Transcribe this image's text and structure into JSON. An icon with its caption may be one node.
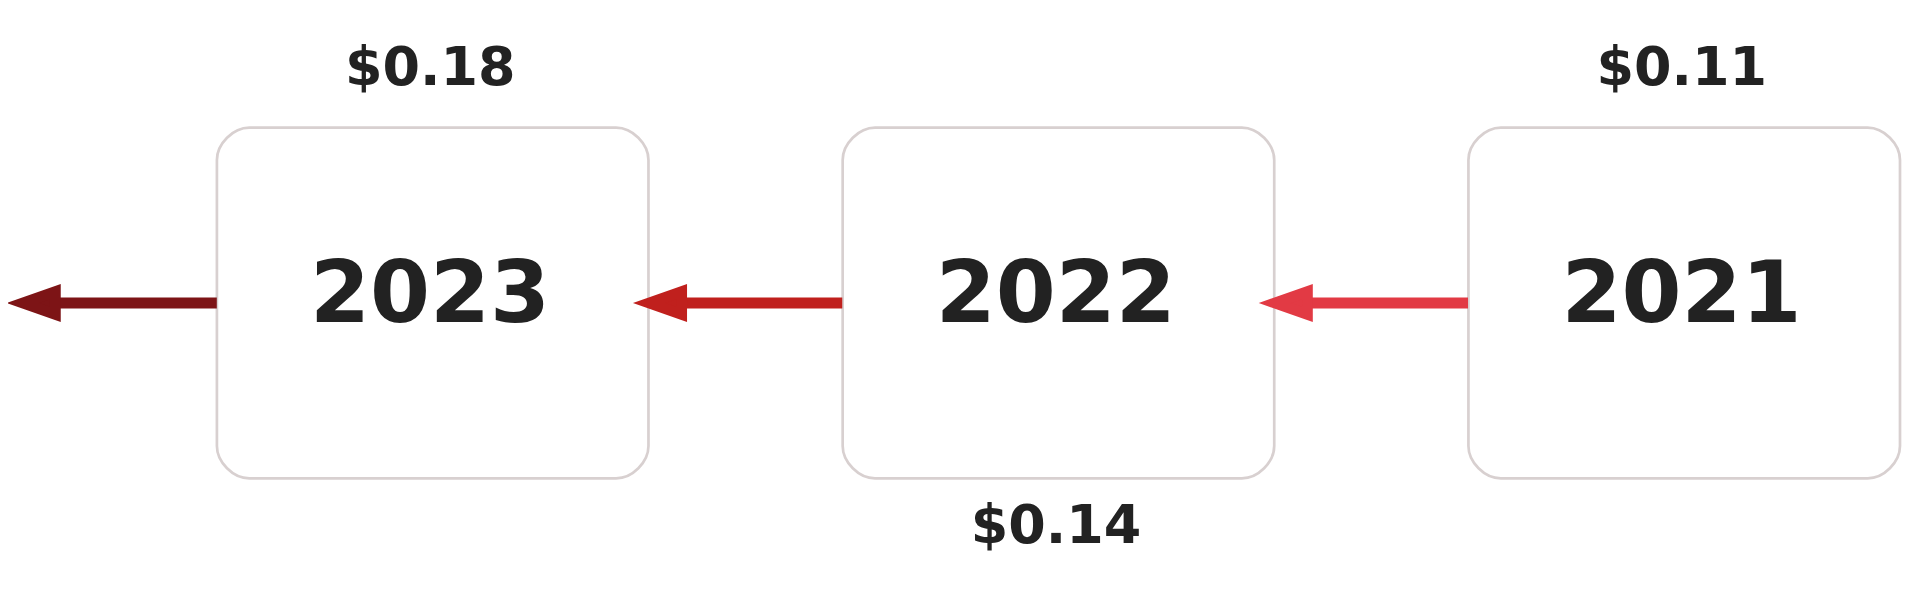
{
  "diagram": {
    "nodes": [
      {
        "text": [
          "2023"
        ],
        "beside": [
          "$0.18"
        ]
      },
      {
        "text": [
          "2022"
        ],
        "beside": [
          "$0.14"
        ]
      },
      {
        "text": [
          "2021"
        ],
        "beside": [
          "$0.11"
        ]
      }
    ],
    "edges": [
      {
        "from": 2,
        "to": 1,
        "arrow": "to",
        "color": "#e23a44"
      },
      {
        "from": 1,
        "to": 0,
        "arrow": "to",
        "color": "#c0201d"
      },
      {
        "from": 0,
        "to": null,
        "arrow": "to",
        "color": "#7d1416"
      }
    ]
  }
}
